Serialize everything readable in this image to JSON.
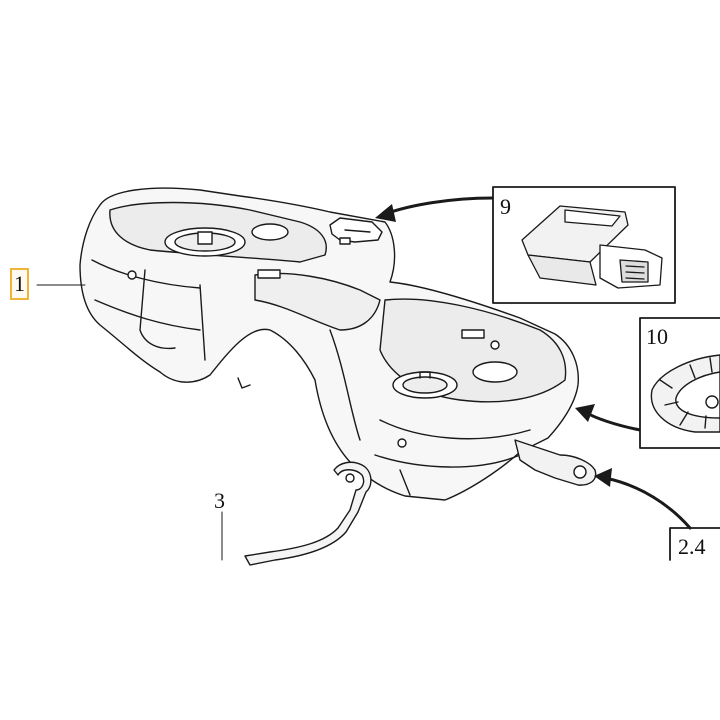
{
  "callouts": {
    "part_1": "1",
    "part_3": "3",
    "part_9": "9",
    "part_10": "10",
    "part_2_4": "2.4"
  },
  "colors": {
    "line": "#1a1a1a",
    "tank_fill": "#f7f7f7",
    "shade": "#e6e6e6",
    "highlight": "#f0b43c"
  },
  "selected_callout": "part_1"
}
